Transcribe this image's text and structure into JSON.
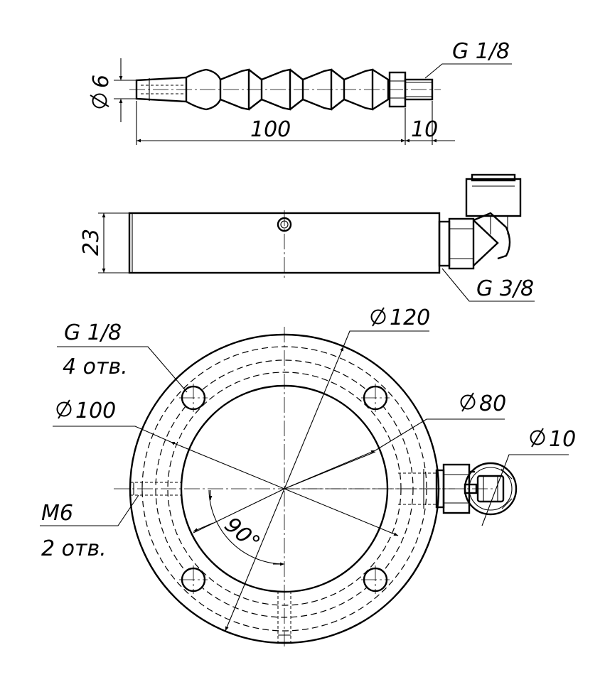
{
  "labels": {
    "nozzle_thread": "G 1/8",
    "nozzle_diameter": "6",
    "nozzle_length": "100",
    "nozzle_thread_length": "10",
    "ring_height": "23",
    "inlet_thread": "G 3/8",
    "outer_diameter": "120",
    "hole_thread": "G 1/8",
    "hole_count": "4 отв.",
    "bolt_circle_diameter": "100",
    "inner_diameter": "80",
    "tube_diameter": "10",
    "side_thread": "M6",
    "side_count": "2 отв.",
    "angle": "90°"
  },
  "icons": {
    "diameter": "diameter-symbol"
  }
}
